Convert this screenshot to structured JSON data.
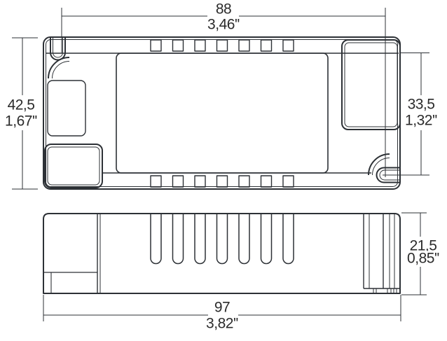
{
  "drawing": {
    "type": "technical-dimension-drawing",
    "views": {
      "top_view": "enclosure top view with two mounting slots, ventilation squares, terminal covers",
      "side_view": "enclosure side view with ventilation slots and terminal block"
    }
  },
  "dimensions": {
    "mounting_width": {
      "mm": "88",
      "inch": "3,46''"
    },
    "body_height": {
      "mm": "42,5",
      "inch": "1,67''"
    },
    "mounting_height": {
      "mm": "33,5",
      "inch": "1,32''"
    },
    "profile_height": {
      "mm": "21,5",
      "inch": "0,85''"
    },
    "body_width": {
      "mm": "97",
      "inch": "3,82''"
    }
  },
  "colors": {
    "line": "#2d3136",
    "text": "#2b2b2b",
    "background": "#ffffff"
  }
}
